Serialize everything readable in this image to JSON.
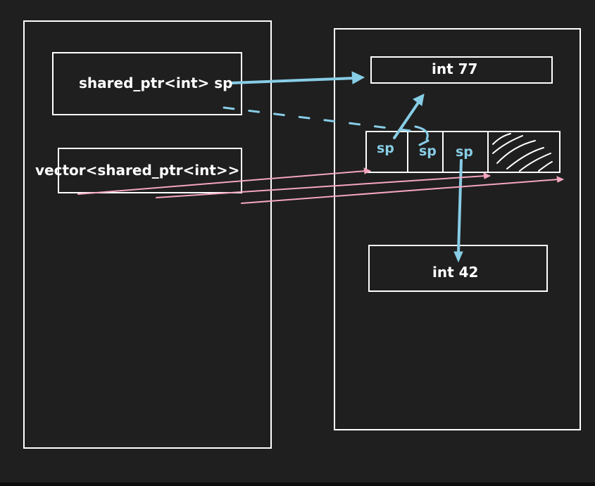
{
  "diagram": {
    "stack": {
      "shared_ptr_label": "shared_ptr<int> sp",
      "vector_label": "vector<shared_ptr<int>>"
    },
    "heap": {
      "int77_label": "int 77",
      "int42_label": "int 42",
      "vector_slots": [
        "sp",
        "sp",
        "sp"
      ]
    },
    "colors": {
      "background": "#1f1f1f",
      "box_stroke": "#ffffff",
      "pointer_arrow": "#87cde6",
      "vector_arrow": "#f4a6bd"
    },
    "icons": [
      "pointer-arrow-icon",
      "dashed-reference-arrow-icon",
      "vector-element-arrow-icon",
      "scribble-empty-slot-icon"
    ]
  }
}
